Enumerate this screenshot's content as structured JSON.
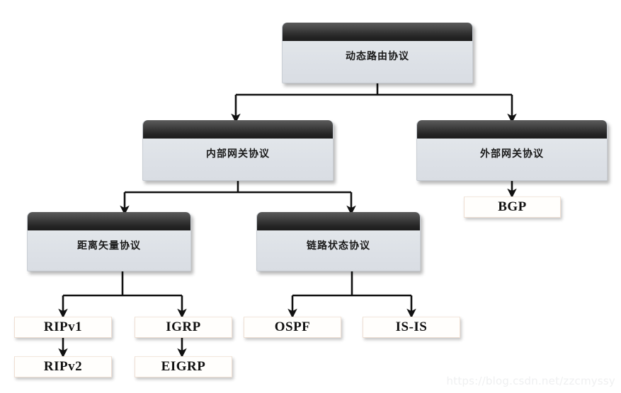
{
  "diagram": {
    "title_text": "动态路由协议",
    "background_color": "#ffffff",
    "edge_color": "#111111",
    "node_cap_color_top": "#5b5b5b",
    "node_cap_color_bottom": "#1d1d1d",
    "node_body_color": "#dfe3e8",
    "leaf_fill_color": "#fffefc",
    "leaf_border_color": "#efdfd3"
  },
  "nodes": {
    "root": {
      "label": "动态路由协议"
    },
    "igp": {
      "label": "内部网关协议"
    },
    "egp": {
      "label": "外部网关协议"
    },
    "distance_vector": {
      "label": "距离矢量协议"
    },
    "link_state": {
      "label": "链路状态协议"
    },
    "bgp": {
      "label": "BGP"
    },
    "ripv1": {
      "label": "RIPv1"
    },
    "ripv2": {
      "label": "RIPv2"
    },
    "igrp": {
      "label": "IGRP"
    },
    "eigrp": {
      "label": "EIGRP"
    },
    "ospf": {
      "label": "OSPF"
    },
    "isis": {
      "label": "IS-IS"
    }
  },
  "watermark": {
    "text": "https://blog.csdn.net/zzcmyssy"
  }
}
